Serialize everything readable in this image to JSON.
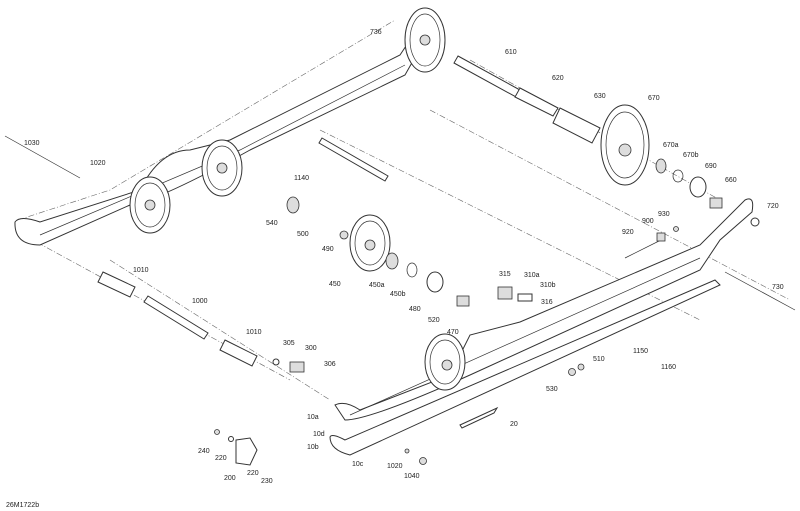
{
  "drawing_code": "26M1722b",
  "callouts": [
    {
      "id": "736",
      "text": "736"
    },
    {
      "id": "610",
      "text": "610"
    },
    {
      "id": "620",
      "text": "620"
    },
    {
      "id": "630",
      "text": "630"
    },
    {
      "id": "670",
      "text": "670"
    },
    {
      "id": "670a",
      "text": "670a"
    },
    {
      "id": "670b",
      "text": "670b"
    },
    {
      "id": "690",
      "text": "690"
    },
    {
      "id": "660",
      "text": "660"
    },
    {
      "id": "720",
      "text": "720"
    },
    {
      "id": "930",
      "text": "930"
    },
    {
      "id": "900",
      "text": "900"
    },
    {
      "id": "920",
      "text": "920"
    },
    {
      "id": "1030",
      "text": "1030"
    },
    {
      "id": "1020-top",
      "text": "1020"
    },
    {
      "id": "1140",
      "text": "1140"
    },
    {
      "id": "540",
      "text": "540"
    },
    {
      "id": "500",
      "text": "500"
    },
    {
      "id": "490",
      "text": "490"
    },
    {
      "id": "450",
      "text": "450"
    },
    {
      "id": "450a",
      "text": "450a"
    },
    {
      "id": "450b",
      "text": "450b"
    },
    {
      "id": "480",
      "text": "480"
    },
    {
      "id": "520",
      "text": "520"
    },
    {
      "id": "470",
      "text": "470"
    },
    {
      "id": "315",
      "text": "315"
    },
    {
      "id": "310a",
      "text": "310a"
    },
    {
      "id": "310b",
      "text": "310b"
    },
    {
      "id": "316",
      "text": "316"
    },
    {
      "id": "1010-left",
      "text": "1010"
    },
    {
      "id": "1000",
      "text": "1000"
    },
    {
      "id": "1010-right",
      "text": "1010"
    },
    {
      "id": "305",
      "text": "305"
    },
    {
      "id": "300",
      "text": "300"
    },
    {
      "id": "306",
      "text": "306"
    },
    {
      "id": "510",
      "text": "510"
    },
    {
      "id": "530",
      "text": "530"
    },
    {
      "id": "1150",
      "text": "1150"
    },
    {
      "id": "1160",
      "text": "1160"
    },
    {
      "id": "730",
      "text": "730"
    },
    {
      "id": "10a",
      "text": "10a"
    },
    {
      "id": "10d",
      "text": "10d"
    },
    {
      "id": "10b",
      "text": "10b"
    },
    {
      "id": "10c",
      "text": "10c"
    },
    {
      "id": "20",
      "text": "20"
    },
    {
      "id": "1020-bottom",
      "text": "1020"
    },
    {
      "id": "1040",
      "text": "1040"
    },
    {
      "id": "240",
      "text": "240"
    },
    {
      "id": "220-left",
      "text": "220"
    },
    {
      "id": "200",
      "text": "200"
    },
    {
      "id": "220-right",
      "text": "220"
    },
    {
      "id": "230",
      "text": "230"
    }
  ]
}
